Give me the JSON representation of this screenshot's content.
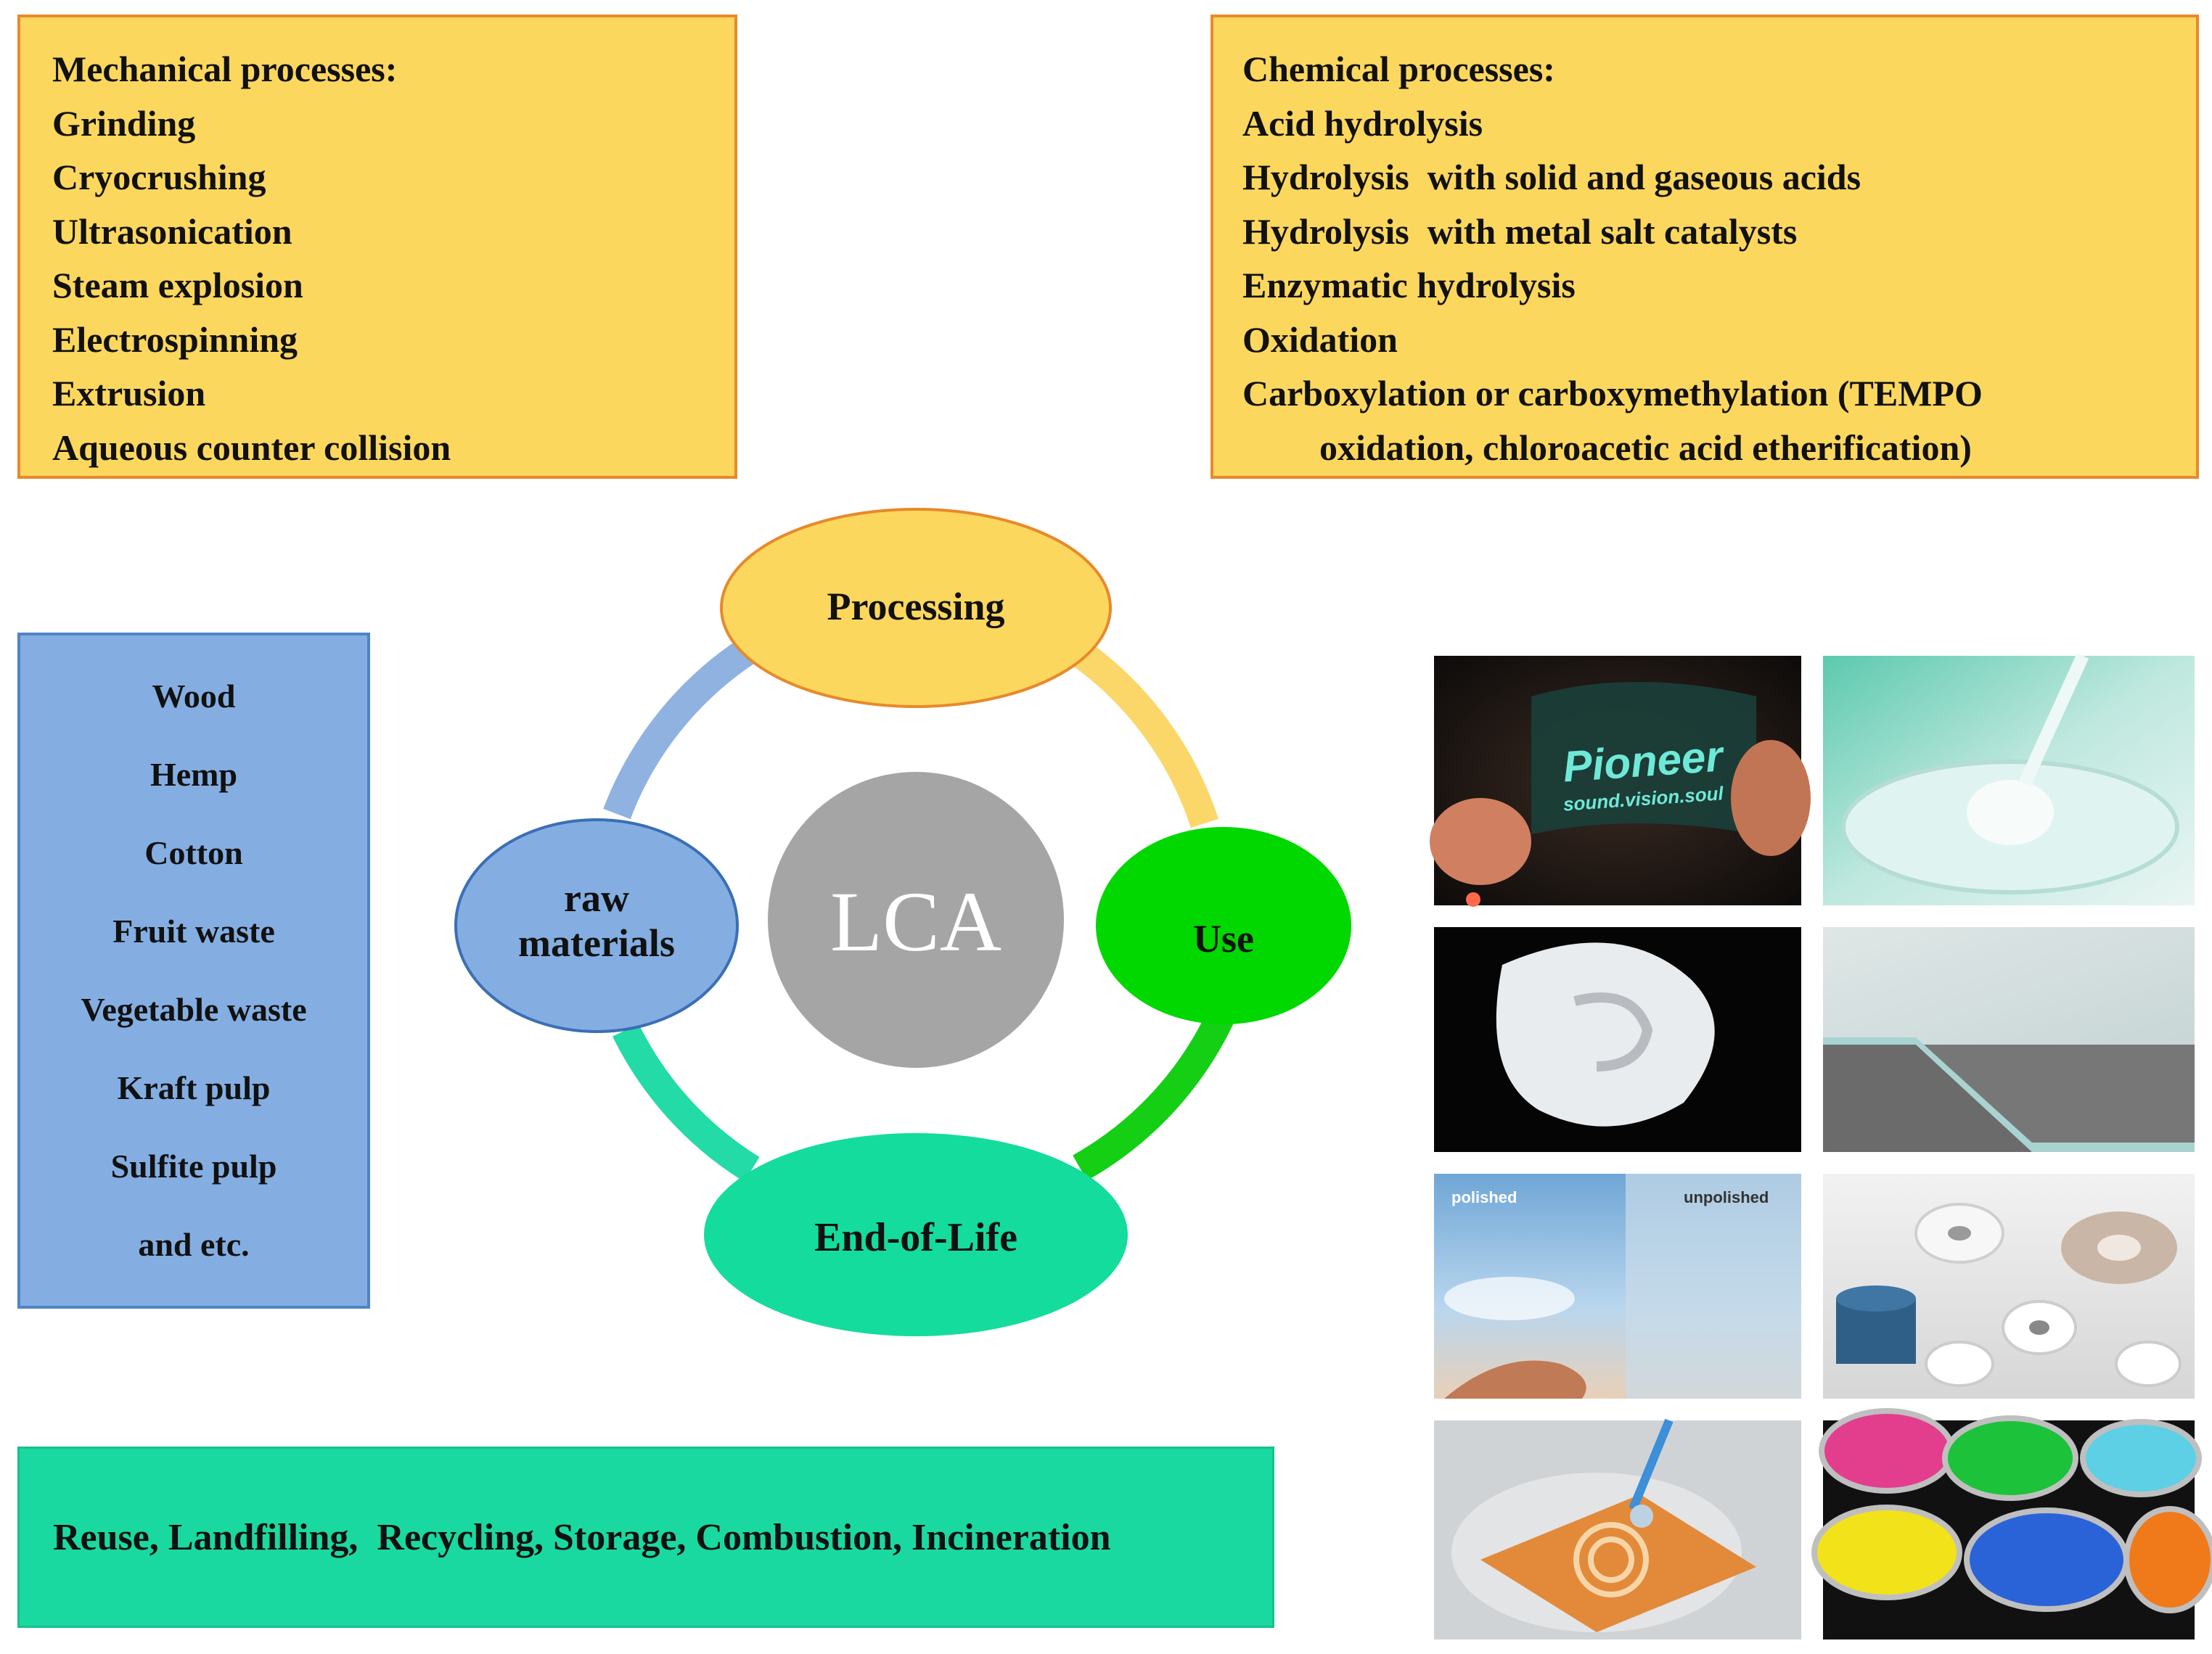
{
  "mechanical": {
    "title": "Mechanical processes:",
    "items": [
      "Grinding",
      "Cryocrushing",
      "Ultrasonication",
      "Steam explosion",
      "Electrospinning",
      "Extrusion",
      "Aqueous counter collision"
    ]
  },
  "chemical": {
    "title": "Chemical processes:",
    "items": [
      "Acid hydrolysis",
      "Hydrolysis  with solid and gaseous acids",
      "Hydrolysis  with metal salt catalysts",
      "Enzymatic hydrolysis",
      "Oxidation",
      "Carboxylation or carboxymethylation (TEMPO"
    ],
    "continuation": "oxidation, chloroacetic acid etherification)"
  },
  "raw_sources": {
    "items": [
      "Wood",
      "Hemp",
      "Cotton",
      "Fruit waste",
      "Vegetable waste",
      "Kraft pulp",
      "Sulfite pulp",
      "and etc."
    ]
  },
  "cycle": {
    "center": "LCA",
    "processing": "Processing",
    "raw_materials_line1": "raw",
    "raw_materials_line2": "materials",
    "use": "Use",
    "end_of_life": "End-of-Life",
    "colors": {
      "processing": "#fcd75e",
      "raw": "#84aee2",
      "use": "#00d800",
      "eol": "#14dc9c",
      "center": "#a5a5a5"
    }
  },
  "end_of_life_options": "Reuse, Landfilling,  Recycling, Storage, Combustion, Incineration",
  "photos": {
    "pioneer_brand": "Pioneer",
    "pioneer_slogan": "sound.vision.soul",
    "polished": "polished",
    "unpolished": "unpolished"
  }
}
